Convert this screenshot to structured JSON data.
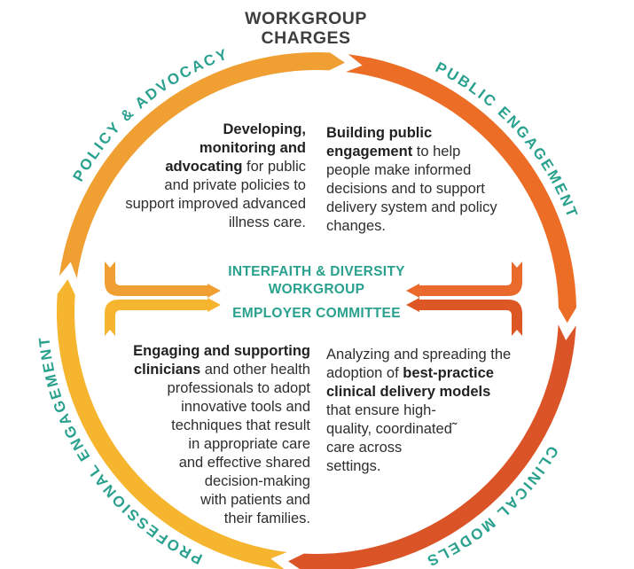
{
  "title": {
    "line1": "WORKGROUP",
    "line2": "CHARGES"
  },
  "quadrant_labels": {
    "top_left": "POLICY & ADVOCACY",
    "top_right": "PUBLIC ENGAGEMENT",
    "bottom_left": "PROFESSIONAL ENGAGEMENT",
    "bottom_right": "CLINICAL MODELS"
  },
  "center": {
    "workgroup_line1": "INTERFAITH & DIVERSITY",
    "workgroup_line2": "WORKGROUP",
    "committee": "EMPLOYER COMMITTEE"
  },
  "blocks": {
    "policy": {
      "lines": [
        {
          "b": "Developing,"
        },
        {
          "b": "monitoring and"
        },
        {
          "b": "advocating",
          "r2": " for public"
        },
        {
          "r1": "and private policies to"
        },
        {
          "r1": "support improved advanced"
        },
        {
          "r1": "illness care."
        }
      ]
    },
    "public": {
      "lines": [
        {
          "b": "Building public"
        },
        {
          "b": "engagement",
          "r2": " to help"
        },
        {
          "r1": "people make informed"
        },
        {
          "r1": "decisions and to support"
        },
        {
          "r1": "delivery system and policy"
        },
        {
          "r1": "changes."
        }
      ]
    },
    "professional": {
      "lines": [
        {
          "b": "Engaging and supporting"
        },
        {
          "b": "clinicians",
          "r2": " and other health"
        },
        {
          "r1": "professionals to adopt"
        },
        {
          "r1": "innovative tools and"
        },
        {
          "r1": "techniques that result"
        },
        {
          "r1": "in appropriate care"
        },
        {
          "r1": "and effective shared"
        },
        {
          "r1": "decision-making"
        },
        {
          "r1": "with patients and"
        },
        {
          "r1": "their families."
        }
      ]
    },
    "clinical": {
      "lines": [
        {
          "r1": "Analyzing and spreading the"
        },
        {
          "r1": "adoption of ",
          "b": "best-practice"
        },
        {
          "b": "clinical delivery models"
        },
        {
          "r1": "that ensure high-"
        },
        {
          "r1": "quality, coordinated˜"
        },
        {
          "r1": "care across"
        },
        {
          "r1": "settings."
        }
      ]
    }
  },
  "colors": {
    "golden_orange": "#F0A033",
    "orange": "#EC6D25",
    "red_orange": "#DB5427",
    "yellow": "#F6B52E",
    "teal": "#2AA18E",
    "title_gray": "#3E3E3E",
    "body_text": "#2E2E2E"
  }
}
